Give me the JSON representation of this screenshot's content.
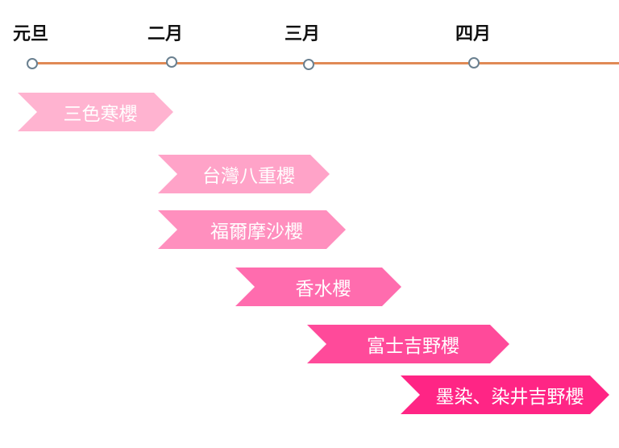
{
  "timeline": {
    "months": [
      "元旦",
      "二月",
      "三月",
      "四月"
    ],
    "line_color": "#e08a55",
    "dot_color": "#6a8090"
  },
  "bars": [
    {
      "label": "三色寒櫻",
      "color": "#ffb3d0"
    },
    {
      "label": "台灣八重櫻",
      "color": "#ffa3c8"
    },
    {
      "label": "福爾摩沙櫻",
      "color": "#ff8fbe"
    },
    {
      "label": "香水櫻",
      "color": "#ff6cae"
    },
    {
      "label": "富士吉野櫻",
      "color": "#ff4a9a"
    },
    {
      "label": "墨染、染井吉野櫻",
      "color": "#ff2585"
    }
  ]
}
